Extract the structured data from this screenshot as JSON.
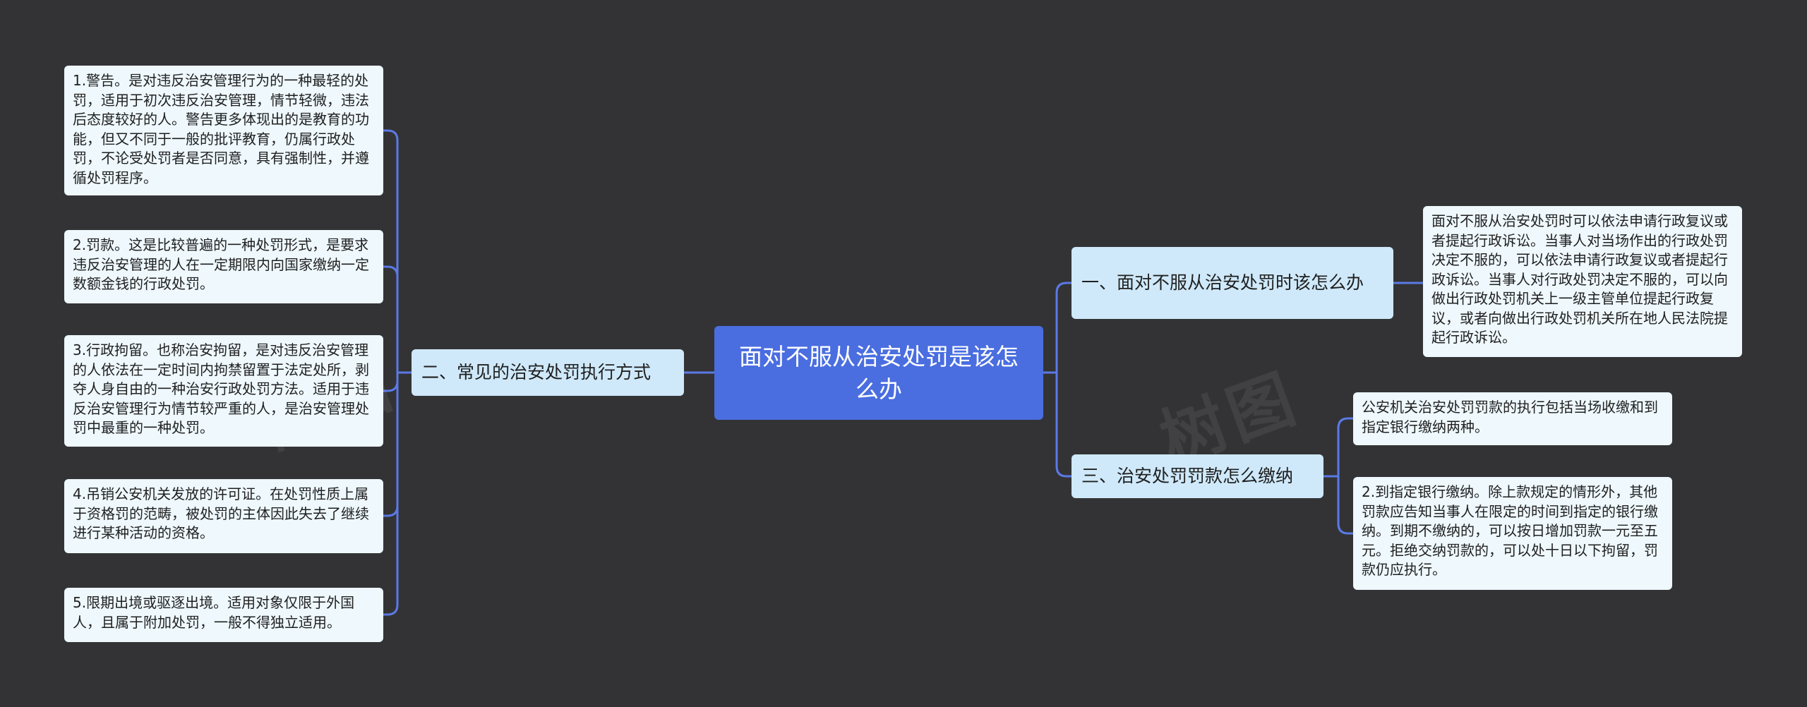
{
  "colors": {
    "background": "#333336",
    "root_fill": "#4a6ee0",
    "branch_fill": "#cfe9fa",
    "leaf_fill": "#eef8fd",
    "connector": "#5b7ae6"
  },
  "mindmap": {
    "root": "面对不服从治安处罚是该怎么办",
    "left_branch": {
      "label": "二、常见的治安处罚执行方式",
      "leaves": [
        "1.警告。是对违反治安管理行为的一种最轻的处罚，适用于初次违反治安管理，情节轻微，违法后态度较好的人。警告更多体现出的是教育的功能，但又不同于一般的批评教育，仍属行政处罚，不论受处罚者是否同意，具有强制性，并遵循处罚程序。",
        "2.罚款。这是比较普遍的一种处罚形式，是要求违反治安管理的人在一定期限内向国家缴纳一定数额金钱的行政处罚。",
        "3.行政拘留。也称治安拘留，是对违反治安管理的人依法在一定时间内拘禁留置于法定处所，剥夺人身自由的一种治安行政处罚方法。适用于违反治安管理行为情节较严重的人，是治安管理处罚中最重的一种处罚。",
        "4.吊销公安机关发放的许可证。在处罚性质上属于资格罚的范畴，被处罚的主体因此失去了继续进行某种活动的资格。",
        "5.限期出境或驱逐出境。适用对象仅限于外国人，且属于附加处罚，一般不得独立适用。"
      ]
    },
    "right_branch_1": {
      "label": "一、面对不服从治安处罚时该怎么办",
      "leaves": [
        "面对不服从治安处罚时可以依法申请行政复议或者提起行政诉讼。当事人对当场作出的行政处罚决定不服的，可以依法申请行政复议或者提起行政诉讼。当事人对行政处罚决定不服的，可以向做出行政处罚机关上一级主管单位提起行政复议，或者向做出行政处罚机关所在地人民法院提起行政诉讼。"
      ]
    },
    "right_branch_3": {
      "label": "三、治安处罚罚款怎么缴纳",
      "leaves": [
        "公安机关治安处罚罚款的执行包括当场收缴和到指定银行缴纳两种。",
        "2.到指定银行缴纳。除上款规定的情形外，其他罚款应告知当事人在限定的时间到指定的银行缴纳。到期不缴纳的，可以按日增加罚款一元至五元。拒绝交纳罚款的，可以处十日以下拘留，罚款仍应执行。"
      ]
    }
  }
}
